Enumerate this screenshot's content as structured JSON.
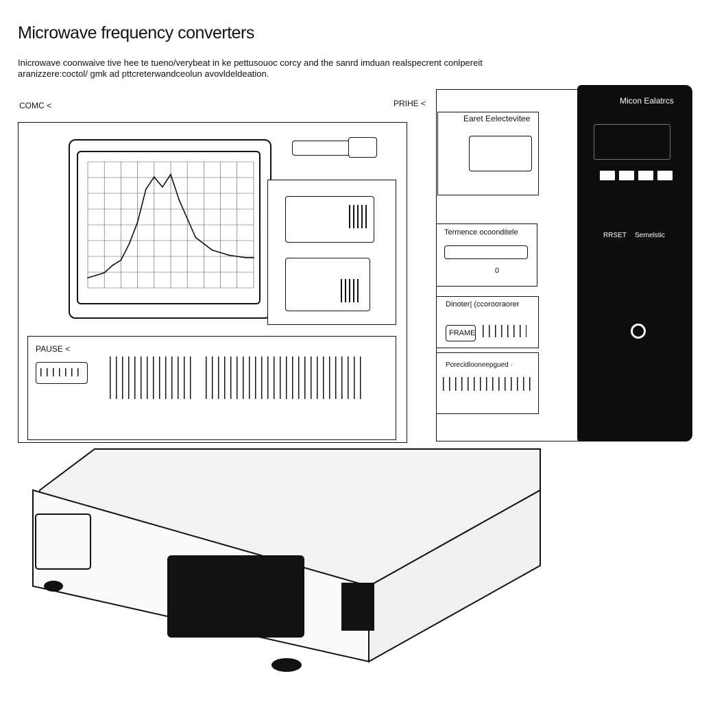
{
  "header": {
    "title": "Microwave frequency converters",
    "description": "Inicrowave coonwaive tive hee te tueno/verybeat in ke pettusouoc corcy and the sanrd imduan realspecrent conlpereit aranizzere:coctol/ gmk ad pttcreterwandceolun avovldeldeation."
  },
  "labels": {
    "comc": "COMC  <",
    "prihe": "PRIHE  <",
    "pause": "PAUSE  <",
    "earet": "Earet Eelectevitee",
    "termence": "Termence ocoonditele",
    "dinoter": "Dinoter|  (ccorooraorer",
    "frame": "FRAME",
    "porecidon": "Porecidlooneepgued ·",
    "brand": "Micon Ealatrcs",
    "reset": "RRSET",
    "secondary": "Sernelstic",
    "slider_value": "0"
  },
  "chart_data": {
    "type": "line",
    "x": [
      0,
      1,
      2,
      3,
      4,
      5,
      6,
      7,
      8,
      9,
      10,
      11,
      12,
      13,
      14,
      15,
      16,
      17,
      18,
      19,
      20
    ],
    "y": [
      8,
      10,
      12,
      18,
      22,
      35,
      52,
      78,
      88,
      80,
      90,
      70,
      55,
      40,
      35,
      30,
      28,
      26,
      25,
      24,
      24
    ],
    "xlabel": "",
    "ylabel": "",
    "title": ""
  },
  "colors": {
    "ink": "#111111",
    "paper": "#ffffff",
    "tower": "#0d0d0d"
  }
}
